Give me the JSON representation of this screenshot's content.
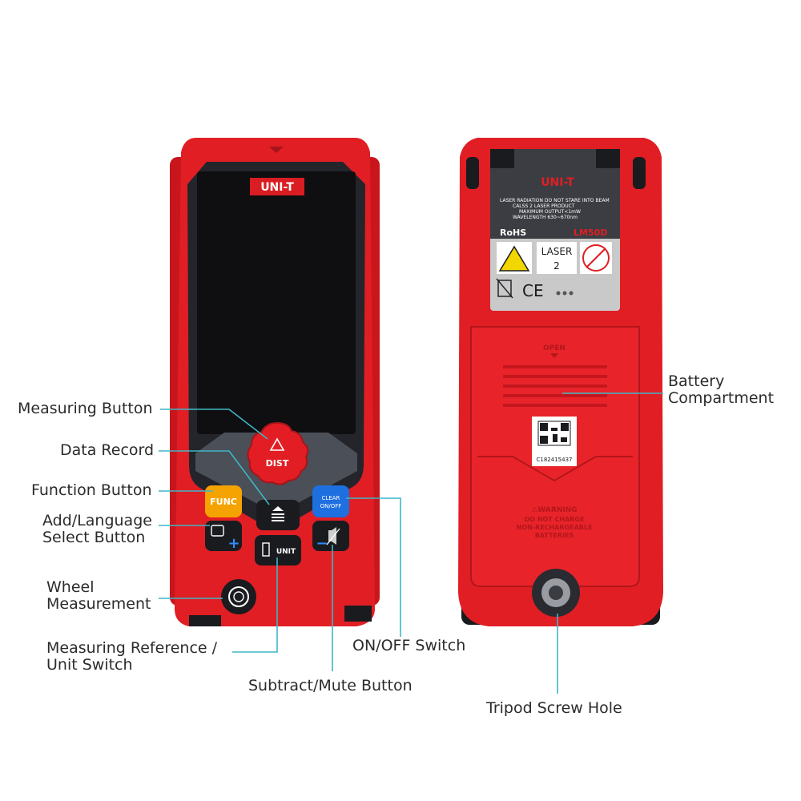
{
  "colors": {
    "body_red": "#e01e24",
    "dark_red": "#a8141a",
    "panel_dark": "#23252b",
    "screen": "#0f0f11",
    "gray_panel": "#4a4f58",
    "func_orange": "#f5a300",
    "clear_blue": "#1e6fe0",
    "leader_line": "#3fb6c6"
  },
  "front": {
    "brand": "UNI-T",
    "keys": {
      "dist": "DIST",
      "func": "FUNC",
      "clear": "CLEAR",
      "onoff": "ON/OFF",
      "unit": "UNIT",
      "plus": "+",
      "minus": "−"
    },
    "icons": [
      "laser-icon",
      "language-icon",
      "data-record-icon",
      "reference-icon",
      "mute-icon",
      "wheel-icon"
    ]
  },
  "back": {
    "brand": "UNI-T",
    "warning_lines": [
      "LASER RADIATION DO NOT STARE INTO BEAM",
      "CALSS 2 LASER PRODUCT",
      "MAXIMUM OUTPUT<1mW",
      "WAVELENGTH 630~670nm"
    ],
    "rohs": "RoHS",
    "model": "LM50D",
    "laser_class_label": "LASER",
    "laser_class_value": "2",
    "ce": "CE",
    "open_label": "OPEN",
    "serial": "C182415437",
    "battery_warning": [
      "⚠WARNING",
      "DO NOT CHARGE",
      "NON-RECHARGEABLE",
      "BATTERIES"
    ]
  },
  "callouts": {
    "measuring_button": "Measuring Button",
    "data_record": "Data Record",
    "function_button": "Function Button",
    "add_language": [
      "Add/Language",
      "Select Button"
    ],
    "wheel_measurement": [
      "Wheel",
      "Measurement"
    ],
    "measuring_reference": [
      "Measuring Reference /",
      "Unit Switch"
    ],
    "subtract_mute": "Subtract/Mute Button",
    "on_off_switch": "ON/OFF Switch",
    "battery_compartment": [
      "Battery",
      "Compartment"
    ],
    "tripod_screw_hole": "Tripod Screw Hole"
  }
}
